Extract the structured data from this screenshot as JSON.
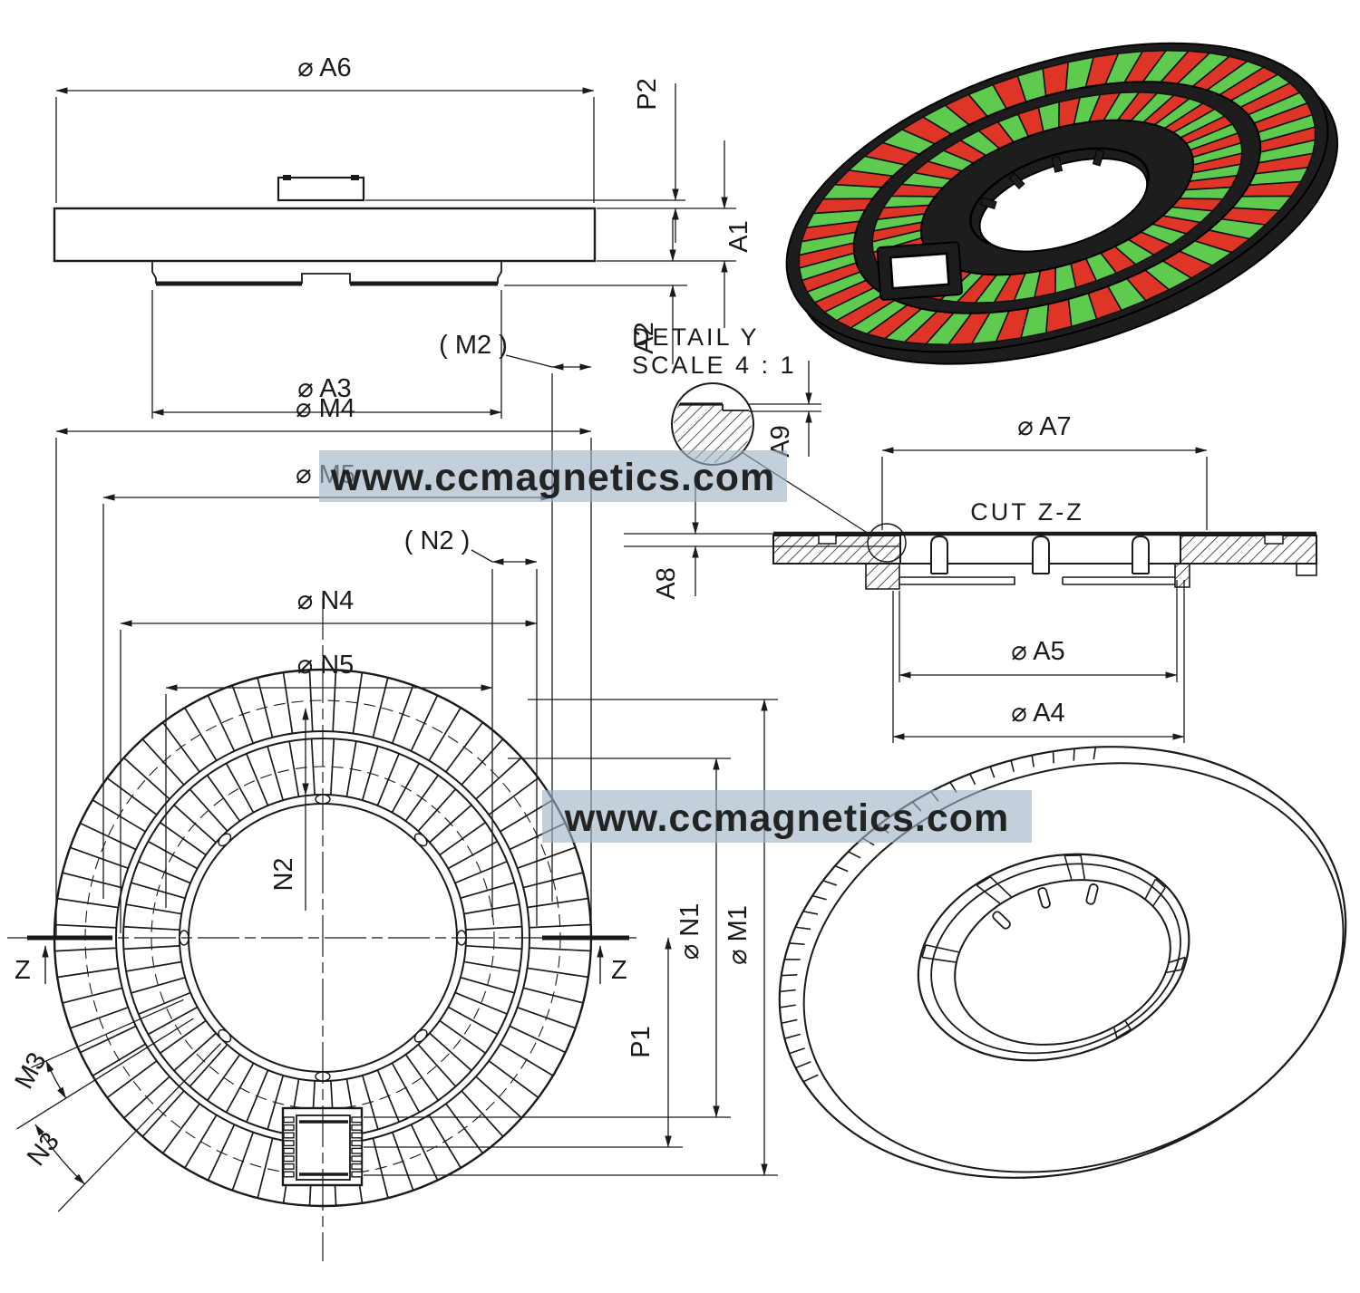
{
  "page": {
    "background": "#ffffff",
    "line_color": "#1a1a1a"
  },
  "watermark": {
    "text": "www.ccmagnetics.com",
    "band_color": "#9fb1c6",
    "text_color": "#ffffff"
  },
  "side_view": {
    "dia_a6": "⌀ A6",
    "p2": "P2",
    "a1": "A1",
    "a2": "A2",
    "dia_a3": "⌀ A3"
  },
  "detail_view": {
    "title": "DETAIL Y",
    "scale": "SCALE 4 : 1",
    "a9": "A9"
  },
  "section_view": {
    "title": "CUT Z-Z",
    "dia_a7": "⌀ A7",
    "a8": "A8",
    "dia_a5": "⌀ A5",
    "dia_a4": "⌀ A4"
  },
  "front_view": {
    "m2_ref": "( M2 )",
    "dia_m4": "⌀ M4",
    "dia_m5": "⌀ M5",
    "n2_ref": "( N2 )",
    "dia_n4": "⌀ N4",
    "dia_n5": "⌀ N5",
    "n2": "N2",
    "dia_n1": "⌀ N1",
    "dia_m1": "⌀ M1",
    "p1": "P1",
    "m3": "M3",
    "n3": "N3",
    "z_left": "Z",
    "z_right": "Z"
  },
  "render_3d": {
    "outer_segments": 64,
    "inner_segments": 56,
    "pole_color_a": "#df3526",
    "pole_color_b": "#5ecb4e",
    "body_color": "#1d1d1d"
  },
  "front_rings": {
    "outer_ticks": 64,
    "inner_ticks": 56
  }
}
